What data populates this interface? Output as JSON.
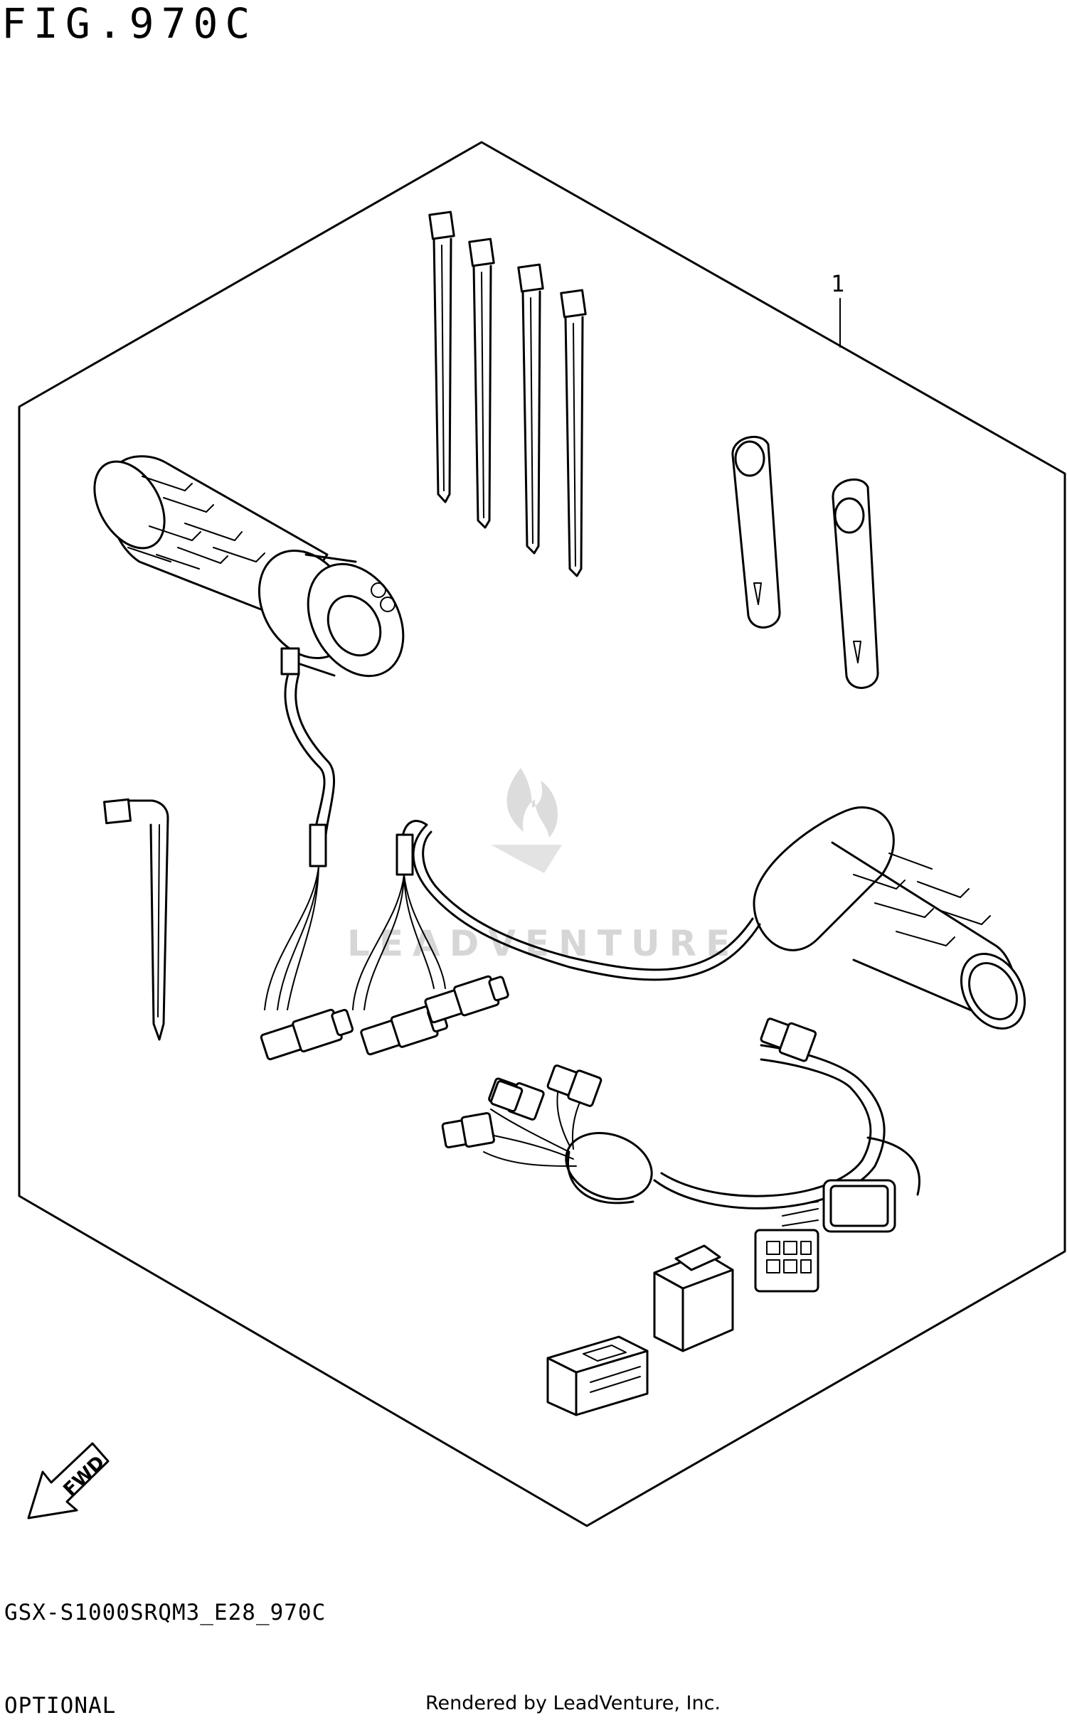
{
  "figure": {
    "title": "FIG.970C",
    "code": "GSX-S1000SRQM3_E28_970C",
    "section": "OPTIONAL",
    "credit": "Rendered by LeadVenture, Inc.",
    "watermark": "LEADVENTURE"
  },
  "callouts": [
    {
      "number": "1",
      "target": "grip-heater-kit"
    }
  ],
  "icons": {
    "direction": {
      "name": "fwd-arrow-icon",
      "label": "FWD"
    }
  },
  "parts": [
    "cable-tie",
    "cable-tie",
    "cable-tie",
    "cable-tie",
    "cable-tie",
    "clamp-strap",
    "clamp-strap",
    "left-heated-grip",
    "right-heated-grip",
    "wiring-harness",
    "connector-housing",
    "connector-cover",
    "coupler"
  ],
  "colors": {
    "line": "#000000",
    "background": "#ffffff",
    "watermark": "#d6d6d6"
  }
}
